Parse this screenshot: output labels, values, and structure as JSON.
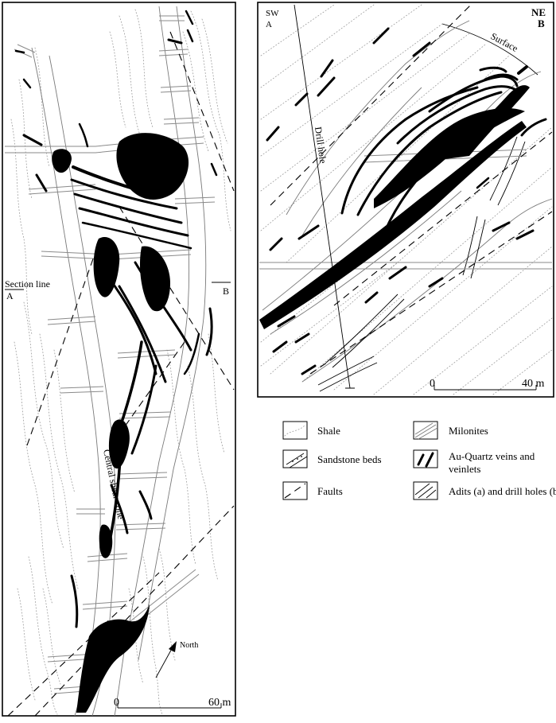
{
  "left_panel": {
    "section_line_label": "Section line",
    "point_a": "A",
    "point_b": "B",
    "shear_zone_label": "Central shear zone",
    "north_label": "North",
    "scale": {
      "start": "0",
      "end": "60 m"
    }
  },
  "right_panel": {
    "corner_sw": "SW",
    "corner_a": "A",
    "corner_ne": "NE",
    "corner_b": "B",
    "surface_label": "Surface",
    "drill_hole_label": "Drill hole",
    "scale": {
      "start": "0",
      "end": "40 m"
    }
  },
  "legend": [
    {
      "symbol": "shale-symbol",
      "label_lines": [
        "Shale"
      ]
    },
    {
      "symbol": "milonite-symbol",
      "label_lines": [
        "Milonites"
      ]
    },
    {
      "symbol": "sandstone-symbol",
      "label_lines": [
        "Sandstone beds"
      ]
    },
    {
      "symbol": "vein-symbol",
      "label_lines": [
        "Au-Quartz veins and",
        "veinlets"
      ]
    },
    {
      "symbol": "fault-symbol",
      "label_lines": [
        "Faults"
      ]
    },
    {
      "symbol": "adit-symbol",
      "label_lines": [
        "Adits (a) and drill holes (b)"
      ]
    }
  ],
  "colors": {
    "ink": "#000000",
    "line_gray": "#8a8a8a",
    "shale_dots": "#9a9a9a",
    "background": "#ffffff"
  }
}
